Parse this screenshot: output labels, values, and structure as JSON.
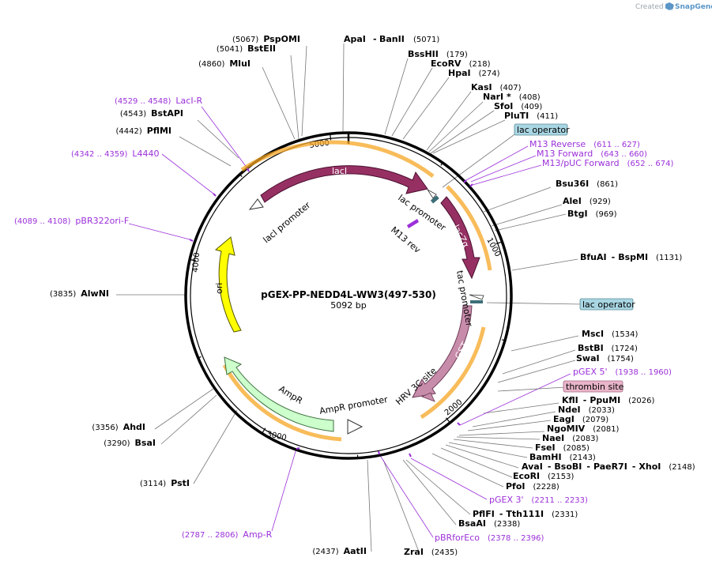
{
  "watermark": {
    "created_by": "Created by",
    "brand": "SnapGene"
  },
  "plasmid": {
    "name": "pGEX-PP-NEDD4L-WW3(497-530)",
    "length_label": "5092 bp"
  },
  "ticks": [
    "1000",
    "2000",
    "3000",
    "4000",
    "5000"
  ],
  "features": {
    "lacI": "lacI",
    "lacI_promoter": "lacI promoter",
    "lac_promoter": "lac promoter",
    "lacZa": "lacZα",
    "m13_rev": "M13 rev",
    "tac_promoter": "tac promoter",
    "gst": "GST",
    "hrv": "HRV 3C site",
    "ampr": "AmpR",
    "ampr_promoter": "AmpR promoter",
    "ori": "ori"
  },
  "left_labels": [
    {
      "pos": "(5067)",
      "name": "PspOMI"
    },
    {
      "pos": "(5041)",
      "name": "BstEII"
    },
    {
      "pos": "(4860)",
      "name": "MluI"
    },
    {
      "pos": "(4543)",
      "name": "BstAPI"
    },
    {
      "pos": "(4442)",
      "name": "PflMI"
    },
    {
      "pos": "(3835)",
      "name": "AlwNI"
    },
    {
      "pos": "(3356)",
      "name": "AhdI"
    },
    {
      "pos": "(3290)",
      "name": "BsaI"
    },
    {
      "pos": "(3114)",
      "name": "PstI"
    },
    {
      "pos": "(2437)",
      "name": "AatII"
    }
  ],
  "left_primers": [
    {
      "pos": "(4529 .. 4548)",
      "name": "LacI-R"
    },
    {
      "pos": "(4342 .. 4359)",
      "name": "L4440"
    },
    {
      "pos": "(4089 .. 4108)",
      "name": "pBR322ori-F"
    },
    {
      "pos": "(2787 .. 2806)",
      "name": "Amp-R"
    }
  ],
  "top_label": {
    "name1": "ApaI",
    "sep": "-",
    "name2": "BanII",
    "pos": "(5071)"
  },
  "right_labels": [
    {
      "name": "BssHII",
      "pos": "(179)"
    },
    {
      "name": "EcoRV",
      "pos": "(218)"
    },
    {
      "name": "HpaI",
      "pos": "(274)"
    },
    {
      "name": "KasI",
      "pos": "(407)"
    },
    {
      "name": "NarI *",
      "pos": "(408)"
    },
    {
      "name": "SfoI",
      "pos": "(409)"
    },
    {
      "name": "PluTI",
      "pos": "(411)"
    },
    {
      "name": "Bsu36I",
      "pos": "(861)"
    },
    {
      "name": "AleI",
      "pos": "(929)"
    },
    {
      "name": "BtgI",
      "pos": "(969)"
    },
    {
      "name": "BfuAI",
      "sep": "-",
      "name2": "BspMI",
      "pos": "(1131)"
    },
    {
      "name": "MscI",
      "pos": "(1534)"
    },
    {
      "name": "BstBI",
      "pos": "(1724)"
    },
    {
      "name": "SwaI",
      "pos": "(1754)"
    },
    {
      "name": "KflI",
      "sep": "-",
      "name2": "PpuMI",
      "pos": "(2026)"
    },
    {
      "name": "NdeI",
      "pos": "(2033)"
    },
    {
      "name": "EagI",
      "pos": "(2079)"
    },
    {
      "name": "NgoMIV",
      "pos": "(2081)"
    },
    {
      "name": "NaeI",
      "pos": "(2083)"
    },
    {
      "name": "FseI",
      "pos": "(2085)"
    },
    {
      "name": "BamHI",
      "pos": "(2143)"
    },
    {
      "name": "AvaI",
      "sep": "-",
      "name2": "BsoBI",
      "sep2": "-",
      "name3": "PaeR7I",
      "sep3": "-",
      "name4": "XhoI",
      "pos": "(2148)"
    },
    {
      "name": "EcoRI",
      "pos": "(2153)"
    },
    {
      "name": "PfoI",
      "pos": "(2228)"
    },
    {
      "name": "PflFI",
      "sep": "-",
      "name2": "Tth111I",
      "pos": "(2331)"
    },
    {
      "name": "BsaAI",
      "pos": "(2338)"
    },
    {
      "name": "ZraI",
      "pos": "(2435)"
    }
  ],
  "right_primers": [
    {
      "name": "M13 Reverse",
      "pos": "(611 .. 627)"
    },
    {
      "name": "M13 Forward",
      "pos": "(643 .. 660)"
    },
    {
      "name": "M13/pUC Forward",
      "pos": "(652 .. 674)"
    },
    {
      "name": "pGEX 5'",
      "pos": "(1938 .. 1960)"
    },
    {
      "name": "pGEX 3'",
      "pos": "(2211 .. 2233)"
    },
    {
      "name": "pBRforEco",
      "pos": "(2378 .. 2396)"
    }
  ],
  "boxed": {
    "lac_operator_1": "lac operator",
    "lac_operator_2": "lac operator",
    "thrombin": "thrombin site"
  },
  "colors": {
    "backbone": "#000000",
    "lacI": "#963063",
    "lacZa": "#963063",
    "gst": "#c88cab",
    "ampr": "#ccffcc",
    "ori": "#ffff00",
    "orf_glow": "#f5a623",
    "primer": "#9b30d9",
    "lac_operator_bg": "#a9d6e3",
    "thrombin_bg": "#e8b4c8"
  }
}
